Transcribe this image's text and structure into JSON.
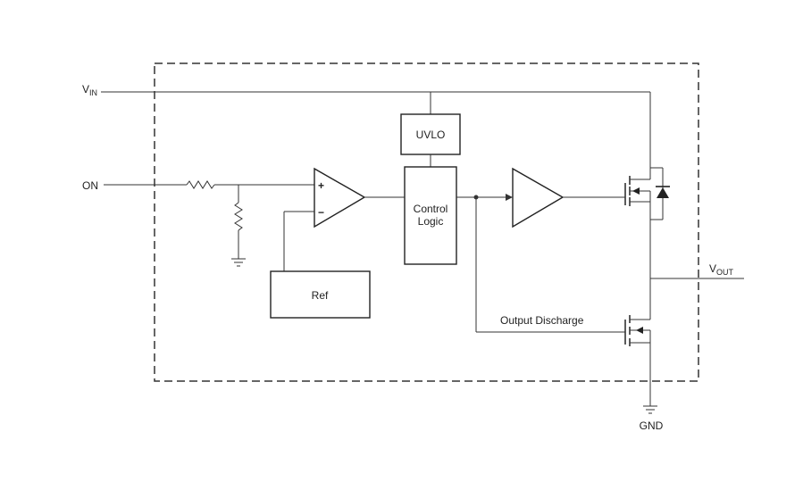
{
  "pins": {
    "vin": {
      "main": "V",
      "sub": "IN"
    },
    "on": "ON",
    "vout": {
      "main": "V",
      "sub": "OUT"
    },
    "gnd": "GND"
  },
  "blocks": {
    "uvlo": "UVLO",
    "control_logic_line1": "Control",
    "control_logic_line2": "Logic",
    "ref": "Ref"
  },
  "labels": {
    "output_discharge": "Output Discharge",
    "comp_plus": "+",
    "comp_minus": "−"
  }
}
